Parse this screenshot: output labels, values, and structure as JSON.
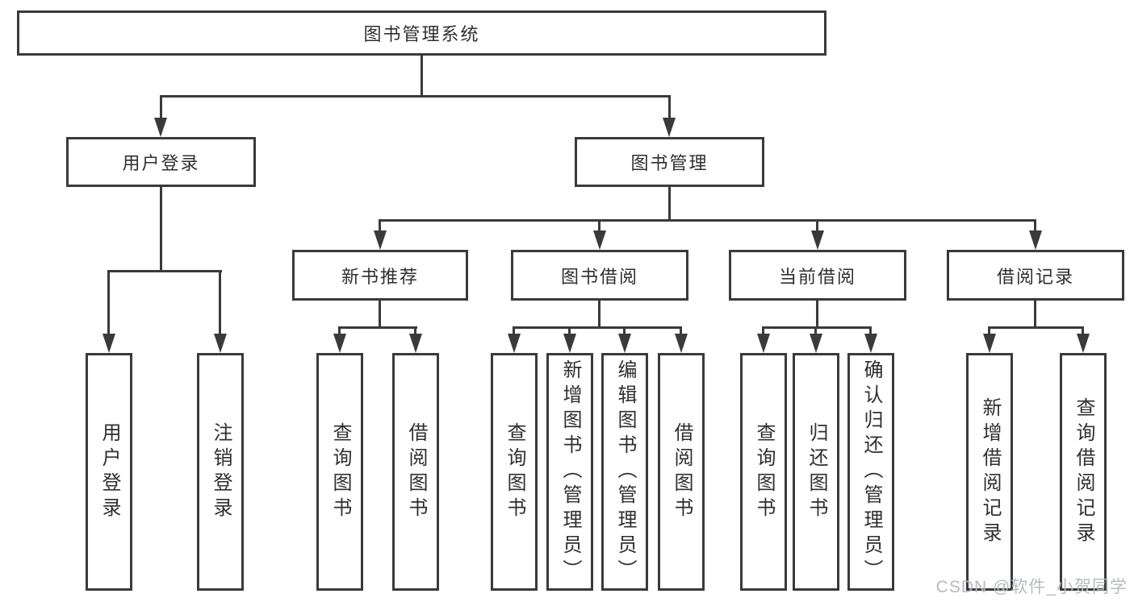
{
  "colors": {
    "line": "#3a3a3a",
    "text": "#2f2f2f",
    "bg": "#ffffff",
    "watermark": "#b7babf"
  },
  "watermark": {
    "text": "CSDN @软件_小贺同学"
  },
  "tree": {
    "root": {
      "label": "图书管理系统",
      "children": [
        {
          "label": "用户登录",
          "children": [
            {
              "label": "用户登录"
            },
            {
              "label": "注销登录"
            }
          ]
        },
        {
          "label": "图书管理",
          "children": [
            {
              "label": "新书推荐",
              "children": [
                {
                  "label": "查询图书"
                },
                {
                  "label": "借阅图书"
                }
              ]
            },
            {
              "label": "图书借阅",
              "children": [
                {
                  "label": "查询图书"
                },
                {
                  "label": "新增图书（管理员）"
                },
                {
                  "label": "编辑图书（管理员）"
                },
                {
                  "label": "借阅图书"
                }
              ]
            },
            {
              "label": "当前借阅",
              "children": [
                {
                  "label": "查询图书"
                },
                {
                  "label": "归还图书"
                },
                {
                  "label": "确认归还（管理员）"
                }
              ]
            },
            {
              "label": "借阅记录",
              "children": [
                {
                  "label": "新增借阅记录"
                },
                {
                  "label": "查询借阅记录"
                }
              ]
            }
          ]
        }
      ]
    }
  }
}
